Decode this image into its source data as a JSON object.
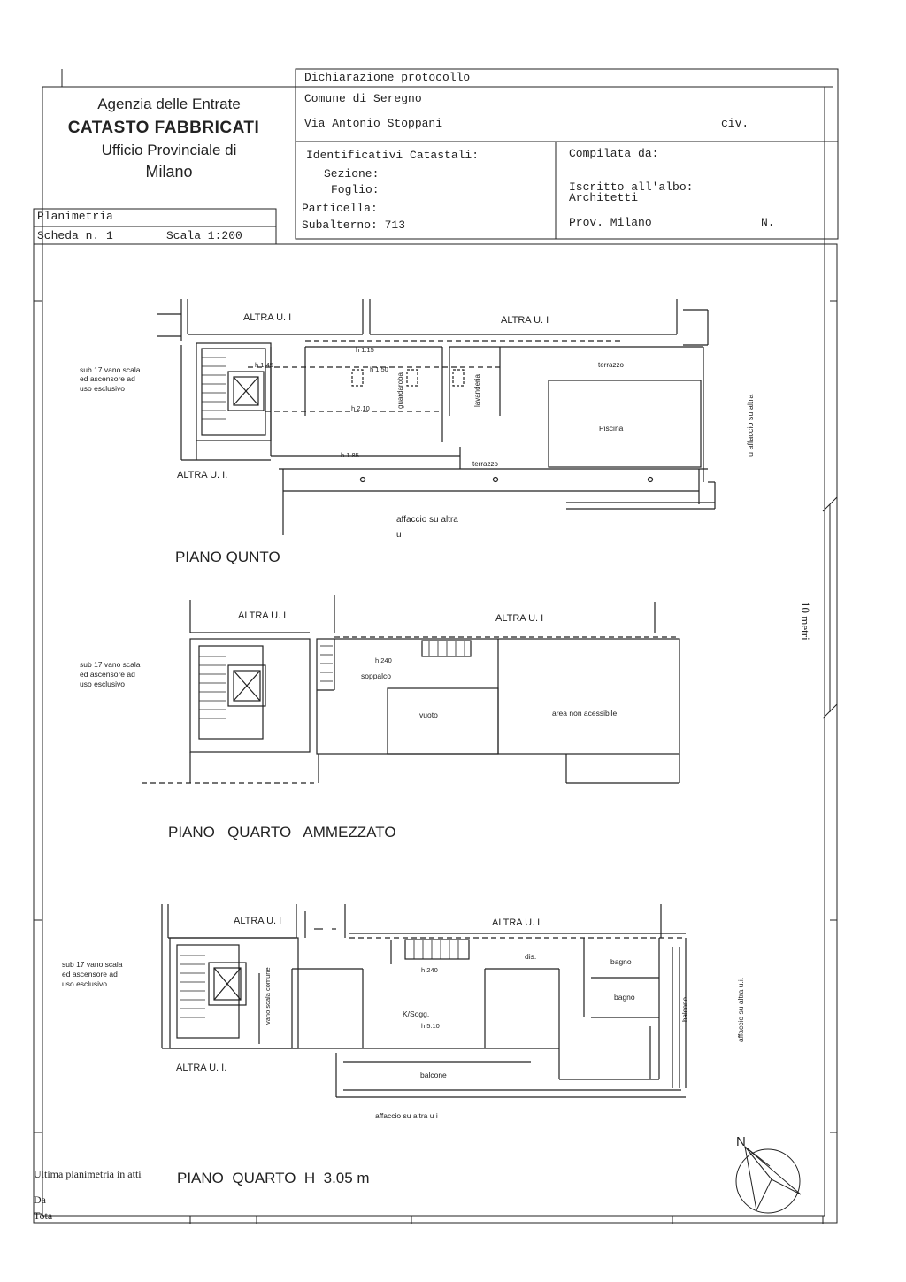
{
  "header": {
    "agency": {
      "line1": "Agenzia delle Entrate",
      "line2": "CATASTO FABBRICATI",
      "line3": "Ufficio Provinciale di",
      "line4": "Milano"
    },
    "declaration": {
      "protocol": "Dichiarazione protocollo",
      "comune": "Comune di Seregno",
      "via": "Via Antonio Stoppani",
      "civ": "civ."
    },
    "identifiers": {
      "title": "Identificativi Catastali:",
      "sezione": "Sezione:",
      "foglio": "Foglio:",
      "particella": "Particella:",
      "subalterno": "Subalterno: 713"
    },
    "compiled": {
      "title": "Compilata da:",
      "iscritto": "Iscritto all'albo:",
      "architetti": "Architetti",
      "prov": "Prov. Milano",
      "n": "N."
    },
    "planimetria": "Planimetria",
    "scheda": "Scheda n. 1",
    "scala": "Scala 1:200"
  },
  "plans": {
    "quinto": {
      "title": "PIANO  QUNTO",
      "altra_left": "ALTRA  U. I",
      "altra_right": "ALTRA  U. I",
      "altra_bottom": "ALTRA  U. I.",
      "sub_note_1": "sub 17 vano scala",
      "sub_note_2": "ed ascensore ad",
      "sub_note_3": "uso esclusivo",
      "h115": "h 1.15",
      "h145": "h 1.45",
      "h150": "h 1.50",
      "h210": "h 2.10",
      "h185": "h 1.85",
      "guardaroba": "guardaroba",
      "lavanderia": "lavanderia",
      "terrazzo_top": "terrazzo",
      "piscina": "Piscina",
      "terrazzo_bottom": "terrazzo",
      "affaccio_1": "affaccio su  altra",
      "affaccio_2": "u",
      "affaccio_side": "u  affaccio su  altra"
    },
    "ammezzato": {
      "title": "PIANO   QUARTO   AMMEZZATO",
      "altra_left": "ALTRA  U. I",
      "altra_right": "ALTRA  U. I",
      "sub_note_1": "sub 17 vano scala",
      "sub_note_2": "ed ascensore ad",
      "sub_note_3": "uso esclusivo",
      "h240": "h 240",
      "soppalco": "soppalco",
      "vuoto": "vuoto",
      "area": "area non acessibile"
    },
    "quarto": {
      "title": "PIANO  QUARTO  H  3.05 m",
      "altra_left": "ALTRA  U. I",
      "altra_right": "ALTRA  U. I",
      "altra_bottom": "ALTRA  U. I.",
      "sub_note_1": "sub 17 vano scala",
      "sub_note_2": "ed ascensore ad",
      "sub_note_3": "uso esclusivo",
      "vano_scala": "vano scala comune",
      "h240": "h 240",
      "dis": "dis.",
      "bagno1": "bagno",
      "bagno2": "bagno",
      "ksogg": "K/Sogg.",
      "h510": "h 5.10",
      "balcone": "balcone",
      "balcone_side": "balcone",
      "affaccio_bottom": "affaccio su altra u i",
      "affaccio_side": "affaccio su altra u.i."
    }
  },
  "scale_bar": "10 metri",
  "north": "N",
  "footer": {
    "ultima": "Ultima planimetria in atti",
    "data": "Da",
    "tota": "Tota"
  }
}
